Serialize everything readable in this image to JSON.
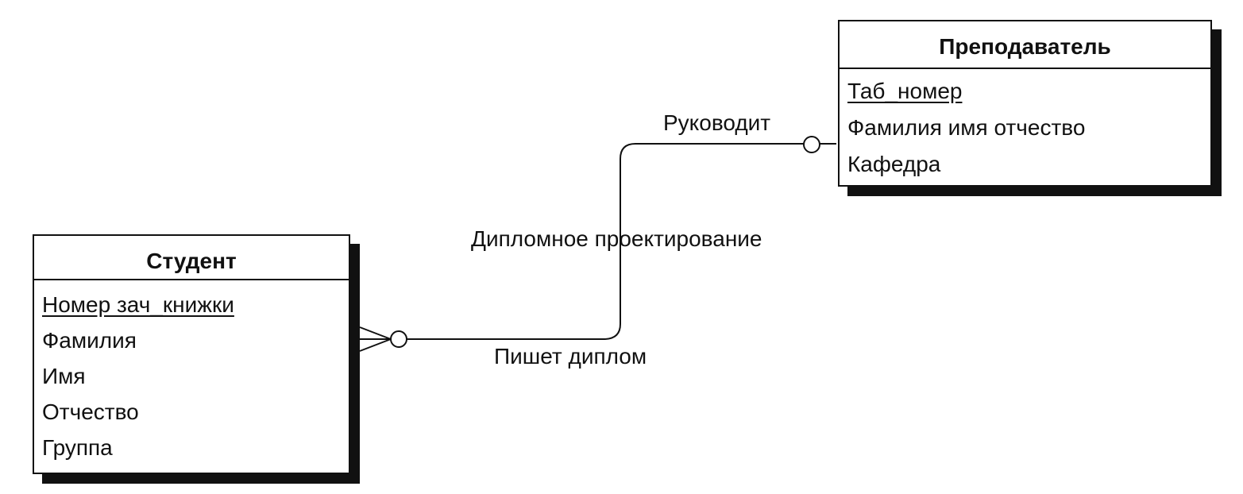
{
  "entities": {
    "teacher": {
      "title": "Преподаватель",
      "attributes": [
        {
          "name": "Таб_номер",
          "key": true
        },
        {
          "name": "Фамилия имя отчество",
          "key": false
        },
        {
          "name": "Кафедра",
          "key": false
        }
      ]
    },
    "student": {
      "title": "Студент",
      "attributes": [
        {
          "name": "Номер зач_книжки",
          "key": true
        },
        {
          "name": "Фамилия",
          "key": false
        },
        {
          "name": "Имя",
          "key": false
        },
        {
          "name": "Отчество",
          "key": false
        },
        {
          "name": "Группа",
          "key": false
        }
      ]
    }
  },
  "relationship": {
    "name": "Дипломное проектирование",
    "teacher_role": "Руководит",
    "student_role": "Пишет диплом",
    "teacher_end": "zero-or-one",
    "student_end": "zero-or-many"
  }
}
